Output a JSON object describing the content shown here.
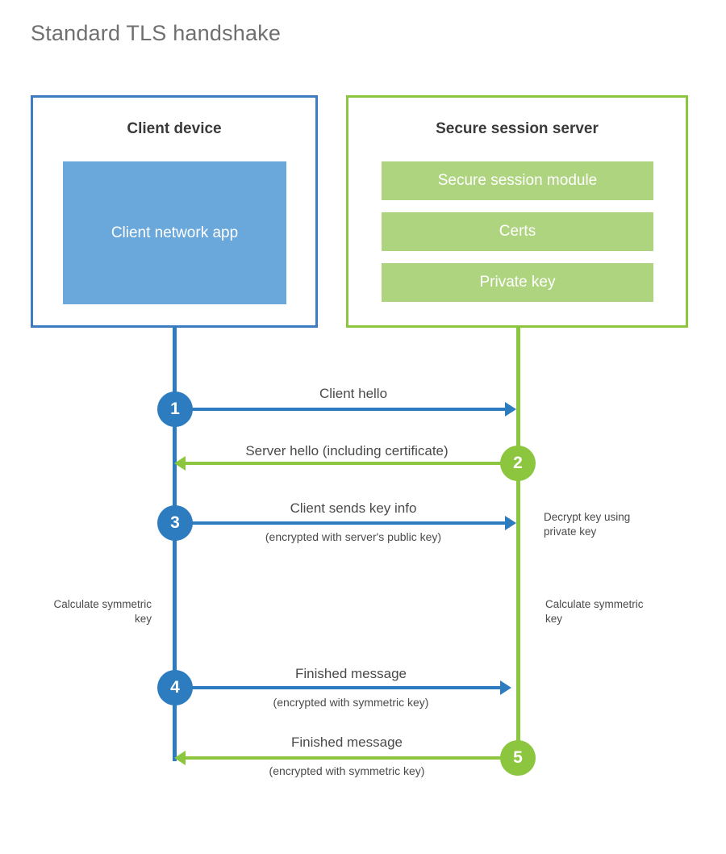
{
  "title": "Standard TLS handshake",
  "colors": {
    "client_accent": "#2d7cbf",
    "client_border": "#3d7cc0",
    "client_block": "#6aa8dc",
    "server_accent": "#8cc63e",
    "server_block": "#aed47f",
    "title_text": "#6f6f6f",
    "body_text": "#4a4a4a",
    "heading_text": "#3a3a3a",
    "background": "#ffffff"
  },
  "client_panel": {
    "title": "Client device",
    "block_label": "Client network app"
  },
  "server_panel": {
    "title": "Secure session server",
    "bars": [
      {
        "label": "Secure session module"
      },
      {
        "label": "Certs"
      },
      {
        "label": "Private key"
      }
    ]
  },
  "steps": [
    {
      "number": "1",
      "main": "Client hello",
      "sub": "",
      "direction": "client-to-server",
      "color": "#2d7cbf"
    },
    {
      "number": "2",
      "main": "Server hello (including certificate)",
      "sub": "",
      "direction": "server-to-client",
      "color": "#8cc63e"
    },
    {
      "number": "3",
      "main": "Client sends key info",
      "sub": "(encrypted with server's public key)",
      "direction": "client-to-server",
      "color": "#2d7cbf"
    },
    {
      "number": "4",
      "main": "Finished message",
      "sub": "(encrypted with symmetric key)",
      "direction": "client-to-server",
      "color": "#2d7cbf"
    },
    {
      "number": "5",
      "main": "Finished message",
      "sub": "(encrypted with symmetric key)",
      "direction": "server-to-client",
      "color": "#8cc63e"
    }
  ],
  "annotations": {
    "server_decrypt": "Decrypt key using private key",
    "client_calculate": "Calculate symmetric key",
    "server_calculate": "Calculate symmetric key"
  }
}
